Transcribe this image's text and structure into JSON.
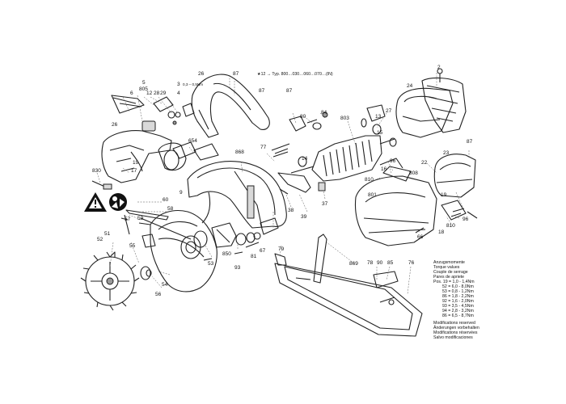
{
  "header_note": "★12 → Typ. 800…030…060…070…(IN)",
  "part_labels": {
    "p2": "2",
    "p24": "24",
    "p26a": "26",
    "p87a": "87",
    "p87b": "87",
    "p87c": "87",
    "p87d": "87",
    "p6": "6",
    "p805": "805",
    "p5": "5",
    "p12": "12",
    "p28": "28",
    "p29": "29",
    "p4": "4",
    "p3": "3",
    "torque_small": "0,3 – 0,5Nm",
    "p26b": "26",
    "p80": "80",
    "p84": "84",
    "p803": "803",
    "p27": "27",
    "p13": "13",
    "p19a": "19",
    "p654": "654",
    "p868": "868",
    "p77": "77",
    "p14": "14",
    "p15": "15",
    "p23": "23",
    "p830": "830",
    "p9": "9",
    "p17": "17",
    "p96a": "96",
    "p808": "808",
    "p22": "22",
    "p810a": "810",
    "p16": "16",
    "p801": "801",
    "p66": "66",
    "p96b": "96",
    "p60": "60",
    "p58": "58",
    "p57": "57",
    "p39": "39",
    "p38": "38",
    "p37": "37",
    "p52": "52",
    "p51": "51",
    "p59": "59",
    "p55": "55",
    "p53": "53",
    "p850": "850",
    "p93": "93",
    "p81": "81",
    "p67": "67",
    "p79": "79",
    "p869": "869",
    "p78": "78",
    "p90": "90",
    "p85": "85",
    "p76": "76",
    "p54": "54",
    "p56": "56",
    "p18": "18",
    "p810b": "810",
    "p19b": "19"
  },
  "torque_table": {
    "lines": [
      "Anzugsmomente",
      "Torque values",
      "Couple de serrage",
      "Pares de apriete",
      "Pos. 19 = 1,0 - 1,4Nm",
      "52 = 6,0 - 8,0Nm",
      "53 = 0,8 - 1,2Nm",
      "86 = 1,8 - 2,2Nm",
      "92 = 1,6 - 2,0Nm",
      "93 = 3,5 - 4,5Nm",
      "94 = 2,8 - 3,2Nm",
      "86 = 6,5 - 8,7Nm"
    ]
  },
  "mod_notes": {
    "lines": [
      "Modifications reserved",
      "Änderungen vorbehalten",
      "Modifications réservées",
      "Salvo modificaciones"
    ]
  },
  "icons": [
    "warning-triangle-icon",
    "read-manual-icon"
  ]
}
